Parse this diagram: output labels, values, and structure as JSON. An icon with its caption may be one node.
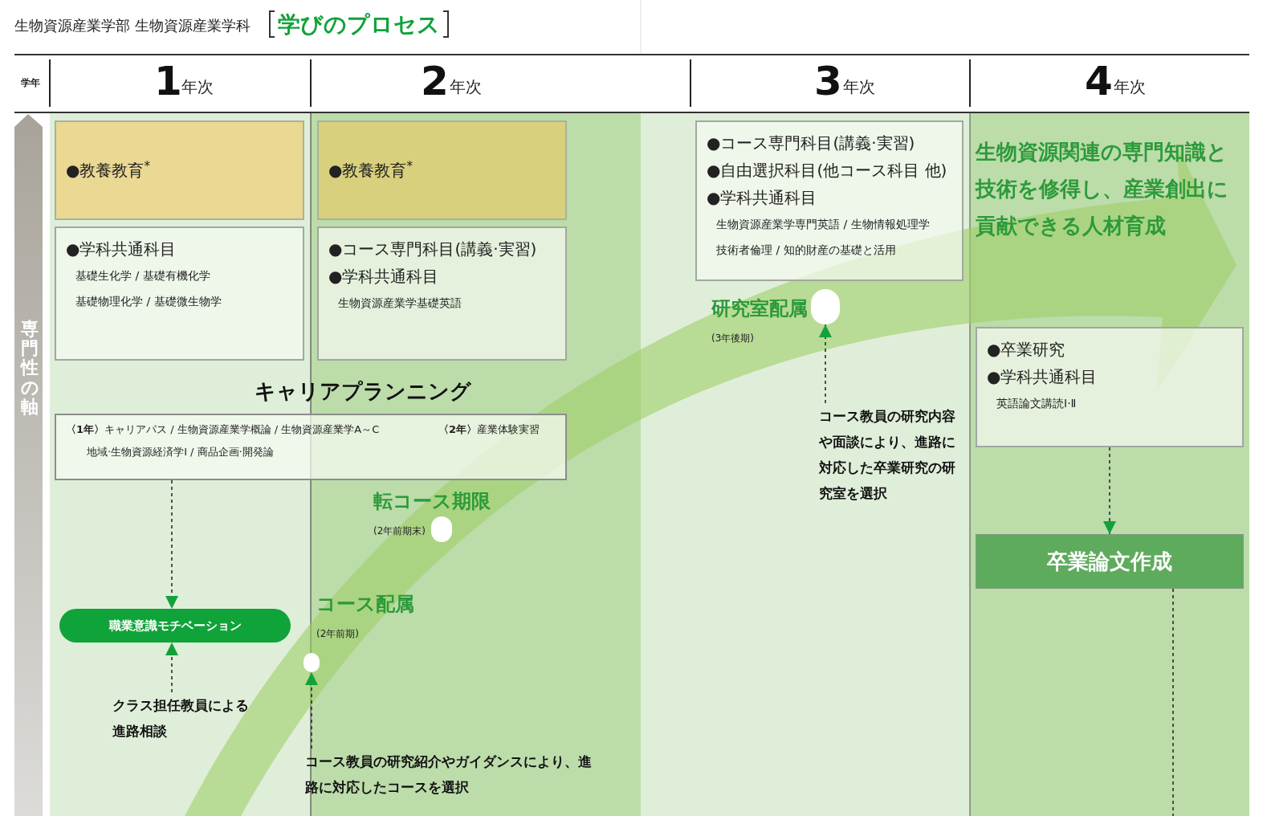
{
  "diagram": {
    "title": "学びのプロセス",
    "nodes": [
      {
        "text": [
          "●教養教育$^{*}$"
        ]
      },
      {
        "text": [
          "●教養教育$^{*}$"
        ]
      },
      {
        "text": [
          "●学科共通科目",
          "基礎生化学 / 基礎有機化学",
          "基礎物理化学 / 基礎微生物学"
        ]
      },
      {
        "text": [
          "●コース専門科目(講義·実習)",
          "●学科共通科目",
          "生物資源産業学基礎英語"
        ]
      },
      {
        "text": [
          "キャリアプランニング",
          "**〈1年〉**キャリアパス / 生物資源産業学概論 / 生物資源産業学A～C",
          "**〈2年〉**産業体験実習",
          "地域·生物資源経済学I / 商品企画·開発論"
        ]
      },
      {
        "text": [
          "職業意識モチベーション"
        ]
      },
      {
        "text": [
          "クラス担任教員による進路相談"
        ]
      },
      {
        "text": [],
        "shape": "circle",
        "beside": [
          "コース配属",
          "(2年前期)"
        ]
      },
      {
        "text": [
          "コース教員の研究紹介やガイダンスにより、進路に対応したコースを選択"
        ]
      },
      {
        "text": [],
        "shape": "circle",
        "beside": [
          "転コース期限",
          "(2年前期末)"
        ]
      },
      {
        "text": [
          "●コース専門科目(講義·実習)",
          "●自由選択科目(他コース科目 他)",
          "●学科共通科目",
          "生物資源産業学専門英語 / 生物情報処理学",
          "技術者倫理 / 知的財産の基礎と活用"
        ]
      },
      {
        "text": [],
        "shape": "circle",
        "beside": [
          "研究室配属",
          "(3年後期)"
        ]
      },
      {
        "text": [
          "コース教員の研究内容や面談により、進路に対応した卒業研究の研究室を選択"
        ]
      },
      {
        "text": [
          "●卒業研究",
          "●学科共通科目",
          "英語論文講読Ⅰ·Ⅱ"
        ]
      },
      {
        "text": [
          "卒業論文作成"
        ]
      }
    ],
    "edges": [
      {
        "from": 4,
        "to": 5,
        "arrow": "to",
        "style": "dashed"
      },
      {
        "from": 6,
        "to": 5,
        "arrow": "to",
        "style": "dashed"
      },
      {
        "from": 8,
        "to": 7,
        "arrow": "to",
        "style": "dashed"
      },
      {
        "from": 12,
        "to": 11,
        "arrow": "to",
        "style": "dashed"
      },
      {
        "from": 13,
        "to": 14,
        "arrow": "to",
        "style": "dashed"
      },
      {
        "from": 14,
        "to": null,
        "arrow": "none",
        "style": "dashed"
      }
    ],
    "labels": [
      "生物資源産業学部 生物資源産業学科",
      "学年",
      "1",
      "年次",
      "2",
      "年次",
      "3",
      "年次",
      "4",
      "年次",
      "専門性の軸",
      "生物資源関連の専門知識と技術を修得し、産業創出に貢献できる人材育成"
    ]
  }
}
